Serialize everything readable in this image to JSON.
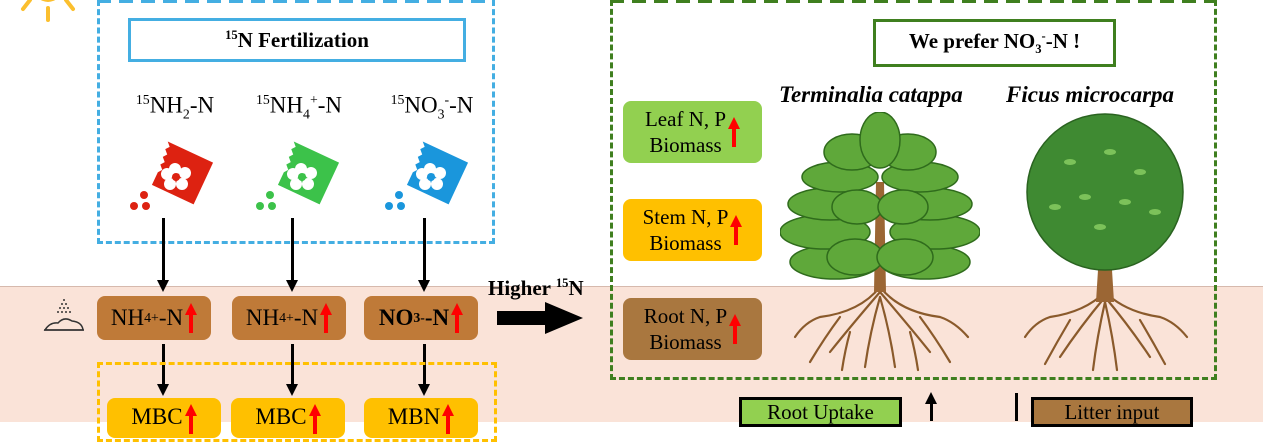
{
  "fertilization": {
    "title": "N Fertilization",
    "title_sup": "15",
    "forms": [
      {
        "sup": "15",
        "base": "NH",
        "sub": "2",
        "charge": "",
        "suffix": "-N",
        "color": "#dd2211"
      },
      {
        "sup": "15",
        "base": "NH",
        "sub": "4",
        "charge": "+",
        "suffix": "-N",
        "color": "#3cc24a"
      },
      {
        "sup": "15",
        "base": "NO",
        "sub": "3",
        "charge": "-",
        "suffix": "-N",
        "color": "#1a96dc"
      }
    ],
    "icon": "fertilizer-bag-icon"
  },
  "soil_pools": [
    {
      "base": "NH",
      "sub": "4",
      "charge": "+",
      "suffix": "-N",
      "bold": false,
      "trend": "up"
    },
    {
      "base": "NH",
      "sub": "4",
      "charge": "+",
      "suffix": "-N",
      "bold": false,
      "trend": "up"
    },
    {
      "base": "NO",
      "sub": "3",
      "charge": "-",
      "suffix": "-N",
      "bold": true,
      "trend": "up"
    }
  ],
  "microbial": [
    {
      "label": "MBC",
      "trend": "up"
    },
    {
      "label": "MBC",
      "trend": "up"
    },
    {
      "label": "MBN",
      "trend": "up"
    }
  ],
  "transfer": {
    "label": "Higher ",
    "sup": "15",
    "suffix": "N"
  },
  "plants": {
    "preference": {
      "prefix": "We prefer NO",
      "sub": "3",
      "charge": "-",
      "suffix": "-N !"
    },
    "species": [
      "Terminalia catappa",
      "Ficus microcarpa"
    ],
    "organs": [
      {
        "line1": "Leaf N, P",
        "line2": "Biomass",
        "color": "#92d050",
        "trend": "up"
      },
      {
        "line1": "Stem N, P",
        "line2": "Biomass",
        "color": "#ffc000",
        "trend": "up"
      },
      {
        "line1": "Root N, P",
        "line2": "Biomass",
        "color": "#a9773f",
        "trend": "up"
      }
    ]
  },
  "bottom": {
    "root_uptake": "Root Uptake",
    "litter_input": "Litter input"
  },
  "colors": {
    "soil": "#fae3d8",
    "fertilizer_frame": "#44aee2",
    "plant_frame": "#3f7f1f",
    "microbe_frame": "#ffc000",
    "soil_pool_box": "#bf7a38",
    "increase_arrow": "#ff0000"
  }
}
